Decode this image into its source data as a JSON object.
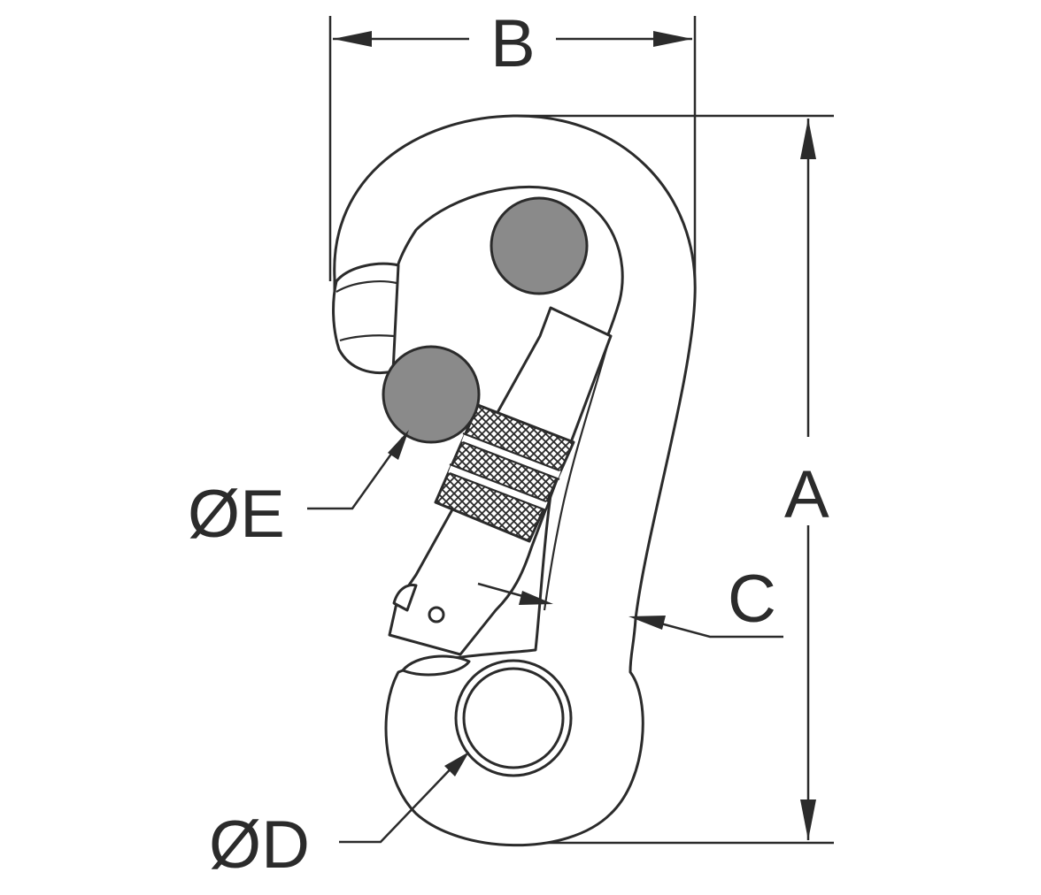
{
  "dimensions": {
    "height_label": "A",
    "width_label": "B",
    "body_thickness_label": "C",
    "eye_diameter_label": "ØD",
    "pin_diameter_label": "ØE"
  },
  "colors": {
    "line": "#2b2b2b",
    "pin_fill": "#8a8a8a",
    "background": "#ffffff"
  }
}
